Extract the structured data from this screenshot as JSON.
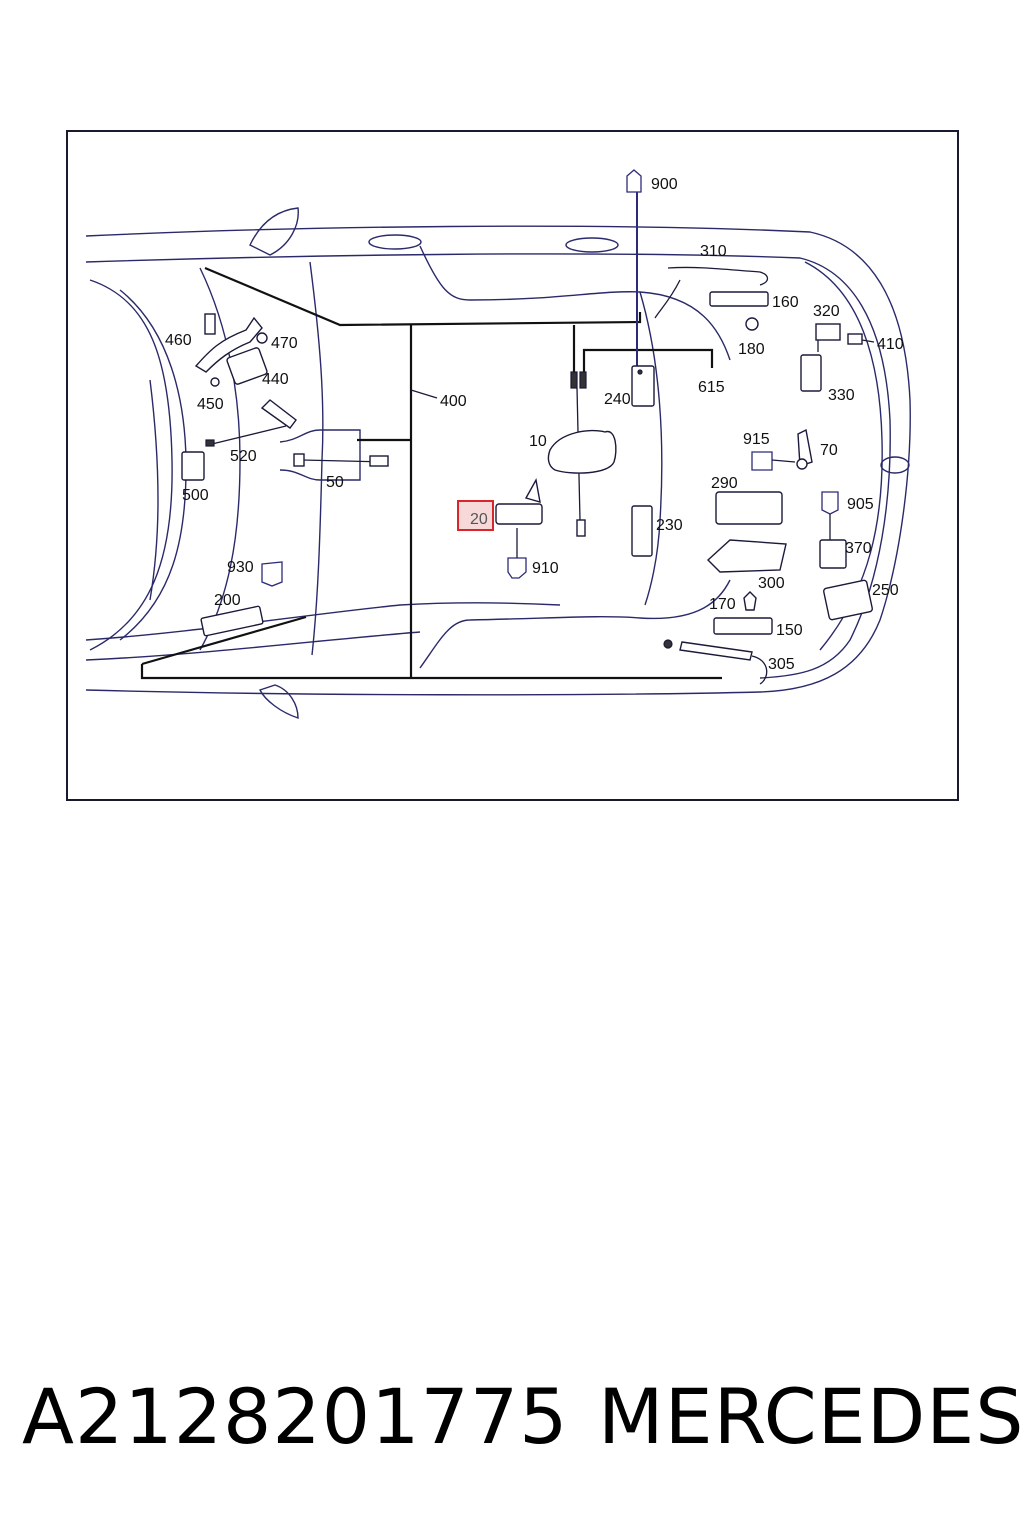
{
  "diagram": {
    "callouts": {
      "c900": "900",
      "c310": "310",
      "c160": "160",
      "c320": "320",
      "c410": "410",
      "c180": "180",
      "c615": "615",
      "c240": "240",
      "c330": "330",
      "c400": "400",
      "c460": "460",
      "c470": "470",
      "c440": "440",
      "c450": "450",
      "c520": "520",
      "c500": "500",
      "c50": "50",
      "c10": "10",
      "c915": "915",
      "c70": "70",
      "c290": "290",
      "c905": "905",
      "c20": "20",
      "c230": "230",
      "c910": "910",
      "c370": "370",
      "c300": "300",
      "c250": "250",
      "c930": "930",
      "c200": "200",
      "c170": "170",
      "c150": "150",
      "c305": "305"
    },
    "highlight_color": "#d9262b"
  },
  "footer": {
    "part_number": "A2128201775",
    "brand": "MERCEDES"
  }
}
